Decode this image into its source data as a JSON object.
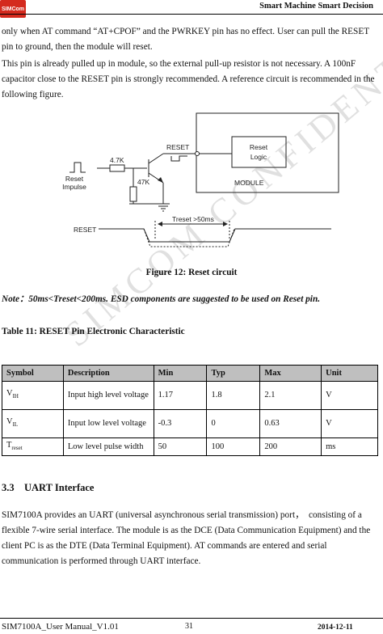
{
  "header": {
    "logo_text": "SIMCom",
    "tagline": "Smart Machine Smart Decision"
  },
  "body": {
    "para1": "only when AT command “AT+CPOF” and the PWRKEY pin has no effect. User can pull the RESET pin to ground, then the module will reset.",
    "para2": "This pin is already pulled up in module, so the external pull-up resistor is not necessary. A 100nF capacitor close to the RESET pin is strongly recommended. A reference circuit is recommended in the following figure."
  },
  "figure": {
    "labels": {
      "reset_top": "RESET",
      "reset_logic_line1": "Reset",
      "reset_logic_line2": "Logic",
      "module": "MODULE",
      "r1": "4.7K",
      "r2": "47K",
      "impulse_line1": "Reset",
      "impulse_line2": "Impulse",
      "reset_wave": "RESET",
      "treset": "Treset >50ms"
    },
    "caption": "Figure 12: Reset circuit"
  },
  "note": "Note：50ms<Treset<200ms. ESD components are suggested to be used on Reset pin.",
  "table": {
    "title": "Table 11: RESET Pin Electronic Characteristic",
    "headers": [
      "Symbol",
      "Description",
      "Min",
      "Typ",
      "Max",
      "Unit"
    ],
    "rows": [
      {
        "sym": "V",
        "sub": "IH",
        "desc": "Input high level voltage",
        "min": "1.17",
        "typ": "1.8",
        "max": "2.1",
        "unit": "V"
      },
      {
        "sym": "V",
        "sub": "IL",
        "desc": "Input low level voltage",
        "min": "-0.3",
        "typ": "0",
        "max": "0.63",
        "unit": "V"
      },
      {
        "sym": "T",
        "sub": "reset",
        "desc": "Low level pulse width",
        "min": "50",
        "typ": "100",
        "max": "200",
        "unit": "ms"
      }
    ]
  },
  "section": {
    "number": "3.3",
    "title": "UART Interface",
    "para": "SIM7100A provides an UART (universal asynchronous serial transmission) port，　consisting of a flexible 7-wire serial interface. The module is as the DCE (Data Communication Equipment) and the client PC is as the DTE (Data Terminal Equipment). AT commands are entered and serial communication is performed through UART interface."
  },
  "footer": {
    "left": "SIM7100A_User Manual_V1.01",
    "page": "31",
    "date": "2014-12-11"
  },
  "watermark": "SIMCOM CONFIDENTIAL FILE"
}
